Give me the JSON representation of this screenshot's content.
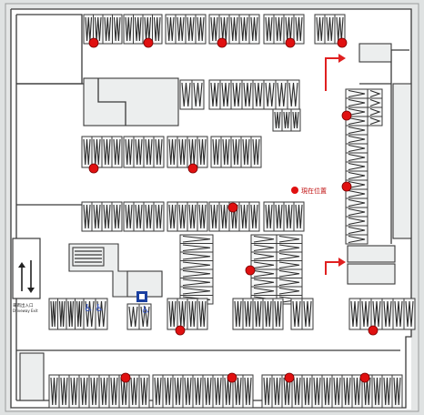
{
  "map": {
    "title": "",
    "current_location_label": "現在位置",
    "stairs_label_line1": "車両出入口",
    "stairs_label_line2": "Driveway Exit",
    "colors": {
      "marker": "#e01010",
      "marker_stroke": "#7a0000",
      "arrow": "#e02020",
      "handicap": "#3050c0",
      "info": "#1a3fa0",
      "background": "#dfe2e2",
      "floor": "#ffffff"
    },
    "marker_count": 18
  }
}
